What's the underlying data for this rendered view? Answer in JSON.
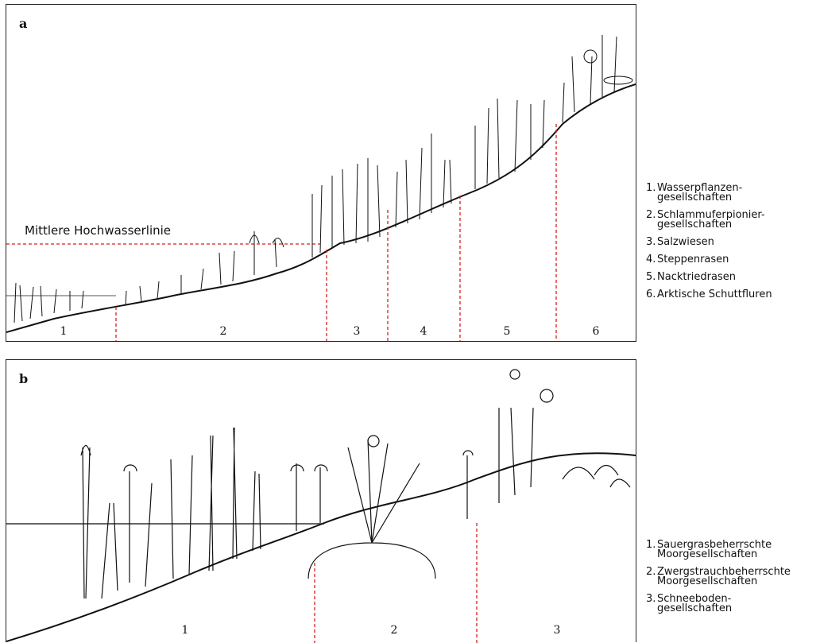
{
  "panel_a": {
    "letter": "a",
    "hochwasser_label": "Mittlere Hochwasserlinie",
    "zones": [
      "1",
      "2",
      "3",
      "4",
      "5",
      "6"
    ],
    "legend": [
      {
        "num": "1.",
        "text": "Wasserpflanzen-\ngesellschaften"
      },
      {
        "num": "2.",
        "text": "Schlammuferpionier-\ngesellschaften"
      },
      {
        "num": "3.",
        "text": "Salzwiesen"
      },
      {
        "num": "4.",
        "text": "Steppenrasen"
      },
      {
        "num": "5.",
        "text": "Nacktriedrasen"
      },
      {
        "num": "6.",
        "text": "Arktische Schuttfluren"
      }
    ]
  },
  "panel_b": {
    "letter": "b",
    "zones": [
      "1",
      "2",
      "3"
    ],
    "legend": [
      {
        "num": "1.",
        "text": "Sauergrasbeherrschte\nMoorgesellschaften"
      },
      {
        "num": "2.",
        "text": "Zwergstrauchbeherrschte\nMoorgesellschaften"
      },
      {
        "num": "3.",
        "text": "Schneeboden-\ngesellschaften"
      }
    ]
  },
  "colors": {
    "divider": "#d42020",
    "ink": "#111111"
  }
}
